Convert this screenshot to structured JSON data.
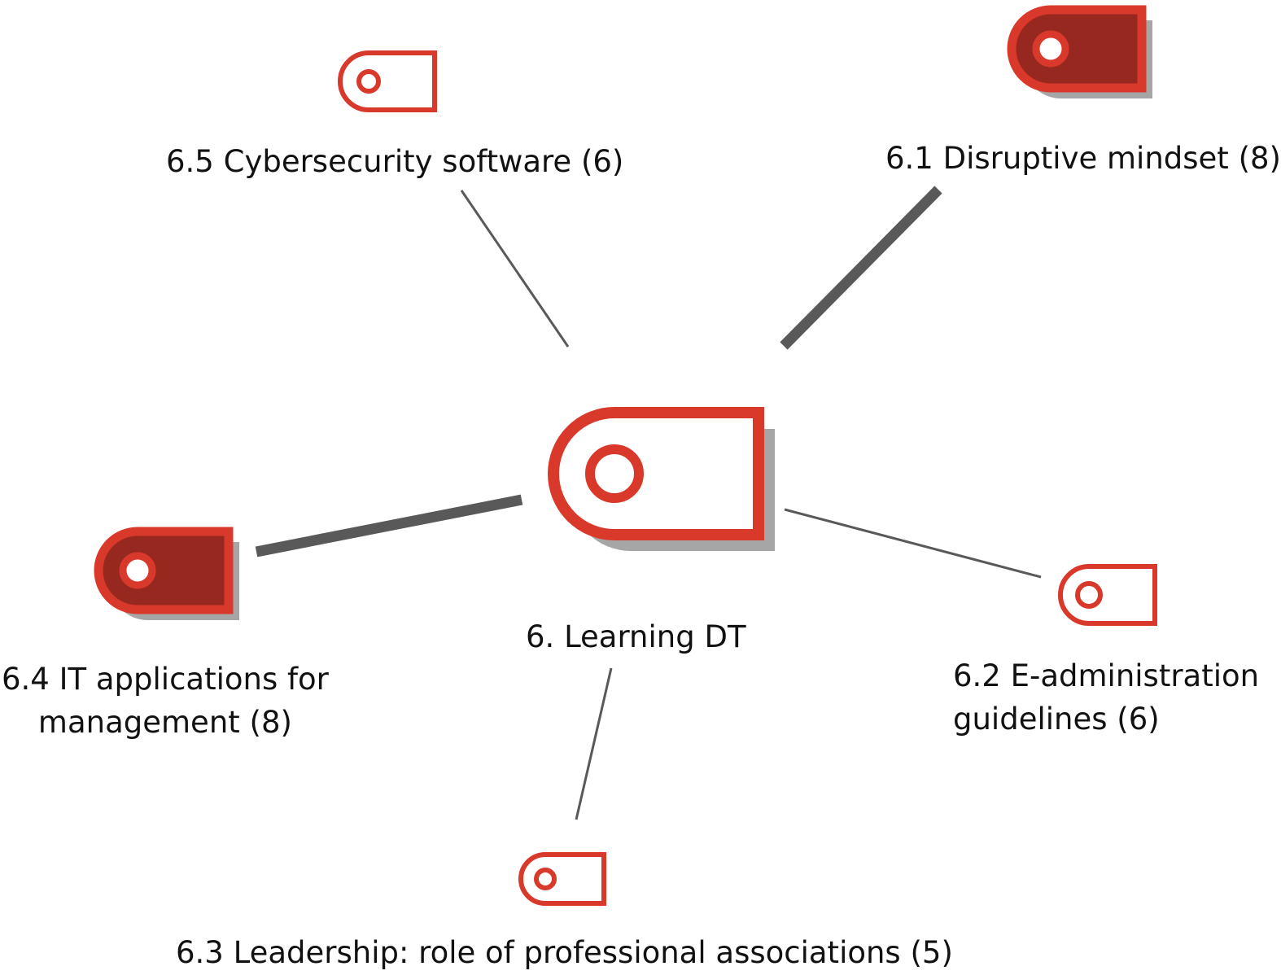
{
  "diagram": {
    "center": {
      "label": "6. Learning DT",
      "style": "outline"
    },
    "branches": [
      {
        "id": "6.1",
        "lines": [
          "6.1 Disruptive mindset (8)"
        ],
        "style": "filled",
        "weight": "thick"
      },
      {
        "id": "6.2",
        "lines": [
          "6.2  E-administration",
          "guidelines (6)"
        ],
        "style": "outline",
        "weight": "thin"
      },
      {
        "id": "6.3",
        "lines": [
          "6.3 Leadership: role of professional associations (5)"
        ],
        "style": "outline",
        "weight": "thin"
      },
      {
        "id": "6.4",
        "lines": [
          "6.4 IT applications for",
          "management (8)"
        ],
        "style": "filled",
        "weight": "thick"
      },
      {
        "id": "6.5",
        "lines": [
          "6.5 Cybersecurity software (6)"
        ],
        "style": "outline",
        "weight": "thin"
      }
    ],
    "colors": {
      "accent": "#d8392b",
      "fill_dark": "#962820",
      "shadow": "#a6a6a6",
      "connector": "#595959",
      "text": "#111111"
    },
    "icon": "tag-icon"
  }
}
